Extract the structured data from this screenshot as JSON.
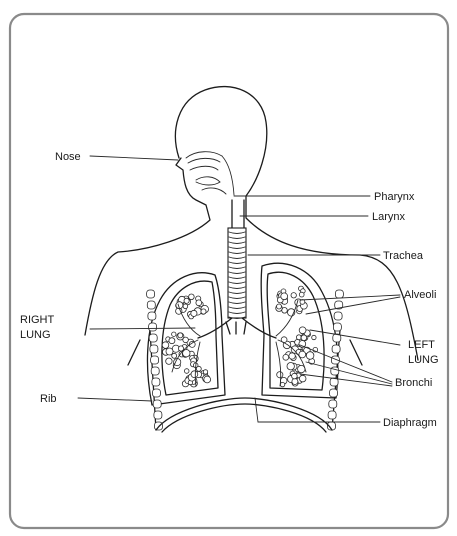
{
  "diagram": {
    "labels": {
      "nose": "Nose",
      "pharynx": "Pharynx",
      "larynx": "Larynx",
      "trachea": "Trachea",
      "alveoli": "Alveoli",
      "right_lung_line1": "RIGHT",
      "right_lung_line2": "LUNG",
      "left_lung_line1": "LEFT",
      "left_lung_line2": "LUNG",
      "bronchi": "Bronchi",
      "rib": "Rib",
      "diaphragm": "Diaphragm"
    }
  }
}
